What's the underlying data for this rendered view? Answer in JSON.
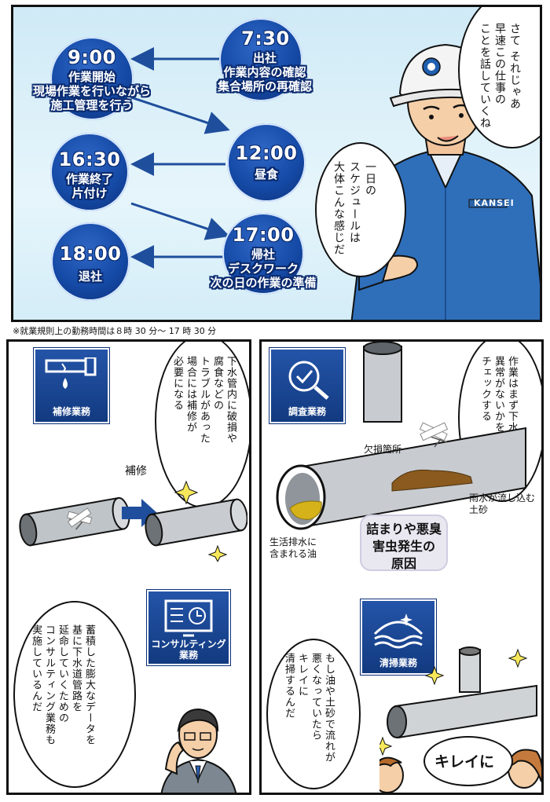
{
  "schedule": [
    {
      "time": "7:30",
      "lines": [
        "出社",
        "作業内容の確認",
        "集合場所の再確認"
      ]
    },
    {
      "time": "9:00",
      "lines": [
        "作業開始",
        "現場作業を行いながら",
        "施工管理を行う"
      ]
    },
    {
      "time": "12:00",
      "lines": [
        "昼食"
      ]
    },
    {
      "time": "16:30",
      "lines": [
        "作業終了",
        "片付け"
      ]
    },
    {
      "time": "17:00",
      "lines": [
        "帰社",
        "デスクワーク",
        "次の日の作業の準備"
      ]
    },
    {
      "time": "18:00",
      "lines": [
        "退社"
      ]
    }
  ],
  "top_panel": {
    "bubble_main": [
      "さて それじゃあ",
      "早速この仕事の",
      "ことを話していくね"
    ],
    "bubble_schedule": [
      "一日の",
      "スケジュールは",
      "大体こんな感じだ"
    ],
    "uniform_logo": "KANSEI"
  },
  "note": "※就業規則上の勤務時間は８時 30 分～ 17 時 30 分",
  "left_panel": {
    "repair_tile": "補修業務",
    "repair_bubble": [
      "下水管内に破損や",
      "腐食などの",
      "トラブルがあった",
      "場合には補修が",
      "必要になる"
    ],
    "repair_arrow_label": "補修",
    "consult_tile": [
      "コンサルティング",
      "業務"
    ],
    "consult_bubble": [
      "蓄積した膨大なデータを",
      "基に下水道管路を",
      "延命していくための",
      "コンサルティング業務も",
      "実施しているんだ"
    ]
  },
  "right_panel": {
    "survey_tile": "調査業務",
    "survey_bubble": [
      "作業はまず下水管に",
      "異常がないかを",
      "チェックする"
    ],
    "label_damage": "欠損箇所",
    "label_soil": [
      "雨水が流し込む",
      "土砂"
    ],
    "label_oil": [
      "生活排水に",
      "含まれる油"
    ],
    "cause": [
      "詰まりや悪臭",
      "害虫発生の",
      "原因"
    ],
    "clean_tile": "清掃業務",
    "clean_bubble": [
      "もし油や土砂で流れが",
      "悪くなっていたら",
      "キレイに",
      "清掃するんだ"
    ],
    "kirei": "キレイに"
  },
  "colors": {
    "navy": "#154aa6",
    "sky": "#cfeaf6",
    "arrow": "#1f4e9c"
  }
}
